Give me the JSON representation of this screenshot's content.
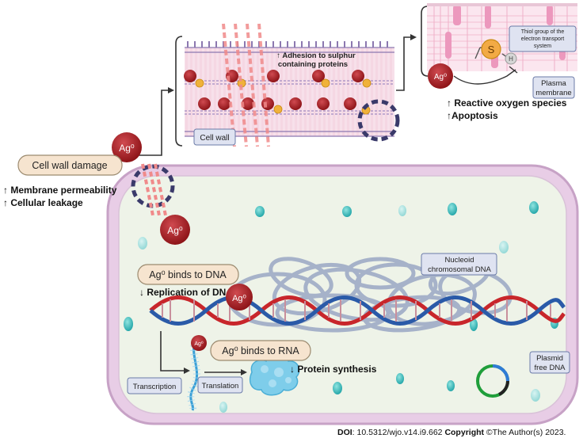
{
  "labels": {
    "adhesion_line1": "↑ Adhesion to sulphur",
    "adhesion_line2": "containing proteins",
    "cell_wall": "Cell wall",
    "thiol_line1": "Thiol group of the",
    "thiol_line2": "electron transport",
    "thiol_line3": "system",
    "plasma_line1": "Plasma",
    "plasma_line2": "membrane",
    "ros": "↑ Reactive oxygen species",
    "apoptosis": "↑Apoptosis",
    "cell_wall_damage": "Cell wall damage",
    "membrane_permeability": "↑ Membrane permeability",
    "cellular_leakage": "↑ Cellular leakage",
    "binds_dna": "Ag⁰ binds to DNA",
    "replication": "↓ Replication of DNA",
    "nucleoid_line1": "Nucleoid",
    "nucleoid_line2": "chromosomal DNA",
    "binds_rna": "Ag⁰ binds to RNA",
    "protein_synthesis": "↓ Protein synthesis",
    "transcription": "Transcription",
    "translation": "Translation",
    "plasmid_line1": "Plasmid",
    "plasmid_line2": "free DNA",
    "ag_big": "Ag⁰",
    "ag_small": "Ag⁰",
    "s_atom": "S",
    "h_atom": "H",
    "small_s": "S"
  },
  "footer": {
    "doi_label": "DOI",
    "doi_value": ": 10.5312/wjo.v14.i9.662",
    "copyright_label": "Copyright",
    "copyright_value": " ©The Author(s) 2023."
  },
  "colors": {
    "ag_particle": "#a11d22",
    "cell_border": "#c7a2c6",
    "cell_fill": "#eef3e8",
    "dna_red": "#c8262b",
    "dna_blue": "#2a5aa8",
    "teal_dot": "#2fb3b3",
    "label_box": "#f6e4cf"
  }
}
